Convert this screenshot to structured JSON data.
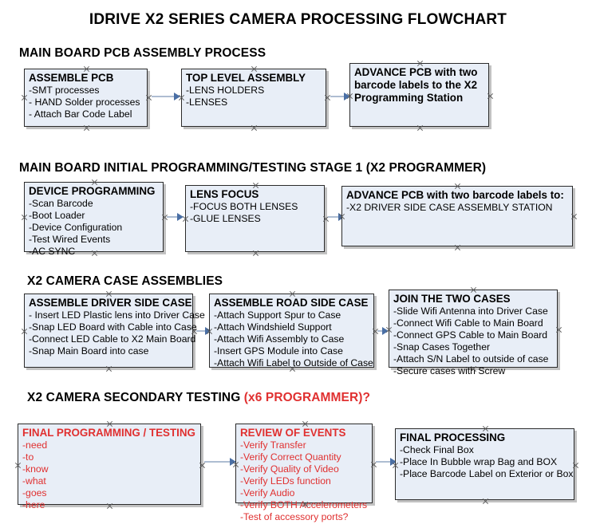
{
  "title": "IDRIVE X2  SERIES CAMERA PROCESSING FLOWCHART",
  "sections": [
    {
      "id": "main-board-pcb-assembly",
      "heading": "MAIN BOARD PCB ASSEMBLY PROCESS",
      "heading_accent": ""
    },
    {
      "id": "main-board-initial-programming",
      "heading": "MAIN BOARD INITIAL PROGRAMMING/TESTING STAGE 1 (X2 PROGRAMMER)",
      "heading_accent": ""
    },
    {
      "id": "x2-camera-case-assemblies",
      "heading": "X2 CAMERA CASE ASSEMBLIES",
      "heading_accent": ""
    },
    {
      "id": "x2-camera-secondary-testing",
      "heading": "X2 CAMERA SECONDARY TESTING ",
      "heading_accent": "(x6 PROGRAMMER)?"
    }
  ],
  "nodes": {
    "assemble_pcb": {
      "head": "ASSEMBLE PCB",
      "lines": [
        "-SMT processes",
        "- HAND Solder processes",
        "- Attach Bar Code Label"
      ]
    },
    "top_level_assembly": {
      "head": "TOP LEVEL ASSEMBLY",
      "lines": [
        "-LENS HOLDERS",
        "-LENSES"
      ]
    },
    "advance_pcb_programming_station": {
      "head": "ADVANCE PCB with two barcode labels to the  X2 Programming Station",
      "lines": []
    },
    "device_programming": {
      "head": "DEVICE PROGRAMMING",
      "lines": [
        "-Scan Barcode",
        "-Boot Loader",
        "-Device Configuration",
        "-Test Wired Events",
        "-AC SYNC"
      ]
    },
    "lens_focus": {
      "head": "LENS FOCUS",
      "lines": [
        "-FOCUS BOTH LENSES",
        "-GLUE LENSES"
      ]
    },
    "advance_pcb_driver_side": {
      "head": "ADVANCE PCB with two barcode labels to:",
      "lines": [
        "-X2 DRIVER  SIDE  CASE  ASSEMBLY STATION"
      ]
    },
    "assemble_driver_side_case": {
      "head": "ASSEMBLE DRIVER SIDE CASE",
      "lines": [
        "- Insert LED Plastic lens into Driver Case",
        "-Snap LED Board with Cable into Case",
        "-Connect LED Cable to X2 Main Board",
        "-Snap Main Board into case"
      ]
    },
    "assemble_road_side_case": {
      "head": "ASSEMBLE ROAD SIDE CASE",
      "lines": [
        "-Attach Support Spur to Case",
        "-Attach Windshield Support",
        "-Attach Wifi Assembly to Case",
        "-Insert GPS Module into Case",
        "-Attach Wifi Label to Outside of Case"
      ]
    },
    "join_the_two_cases": {
      "head": "JOIN THE TWO CASES",
      "lines": [
        "-Slide Wifi Antenna into Driver Case",
        "-Connect Wifi Cable to Main Board",
        "-Connect GPS Cable to Main Board",
        "-Snap Cases Together",
        "-Attach S/N Label to outside of case",
        "-Secure cases with Screw"
      ]
    },
    "final_programming_testing": {
      "head": "FINAL PROGRAMMING / TESTING",
      "lines": [
        "-need",
        "-to",
        "-know",
        "-what",
        "-goes",
        "-here"
      ]
    },
    "review_of_events": {
      "head": "REVIEW OF EVENTS",
      "lines": [
        "-Verify Transfer",
        "-Verify Correct Quantity",
        "-Verify Quality of Video",
        "-Verify LEDs function",
        "-Verify Audio",
        "-Verify BOTH Accelerometers",
        "-Test of accessory ports?"
      ]
    },
    "final_processing": {
      "head": "FINAL PROCESSING",
      "lines": [
        "-Check Final Box",
        "-Place In Bubble wrap Bag and BOX",
        "-Place Barcode Label on Exterior or Box"
      ]
    }
  },
  "colors": {
    "box_fill": "#e8eef7",
    "box_border": "#2b2b2b",
    "connector": "#aebdd2",
    "arrowhead": "#4a6fa5",
    "accent_red": "#e03030",
    "text": "#000000"
  }
}
